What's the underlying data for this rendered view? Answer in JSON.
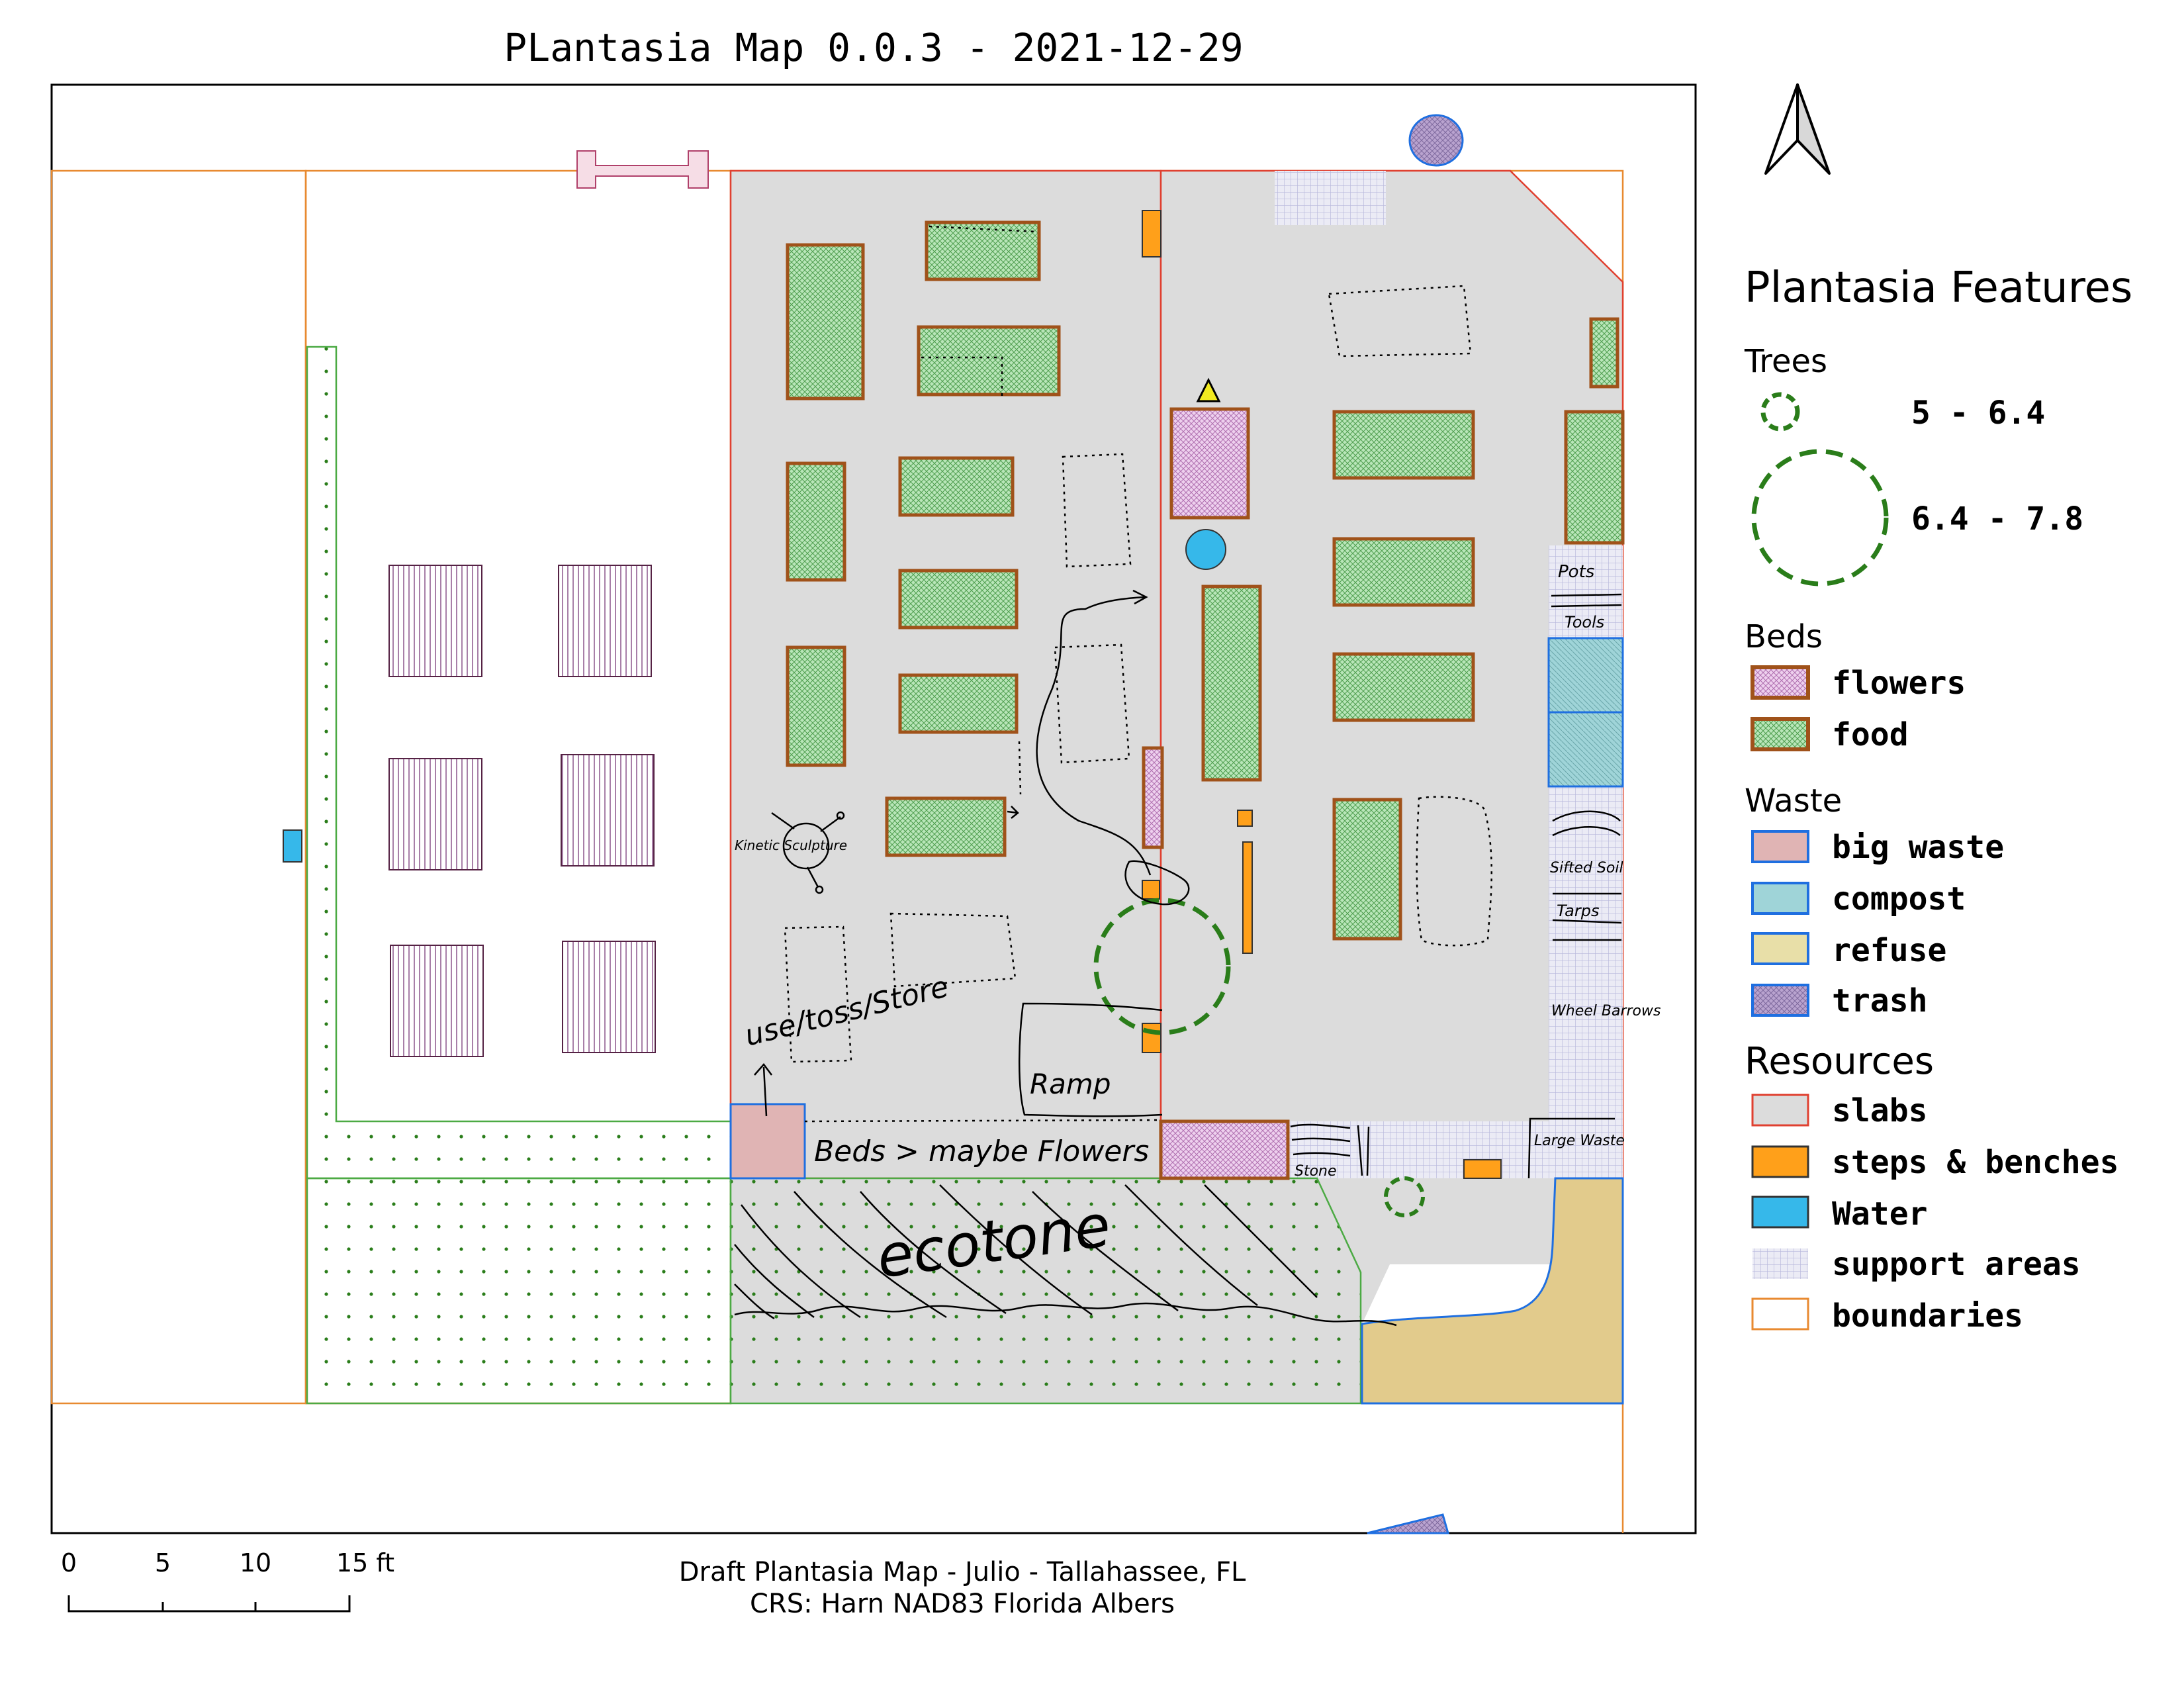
{
  "title": "PLantasia Map 0.0.3 - 2021-12-29",
  "legend": {
    "heading": "Plantasia Features",
    "trees": {
      "heading": "Trees",
      "items": [
        {
          "label": "5 - 6.4"
        },
        {
          "label": "6.4 - 7.8"
        }
      ]
    },
    "beds": {
      "heading": "Beds",
      "items": [
        {
          "label": "flowers",
          "fill": "#e6bfe6",
          "stroke": "#a0521a"
        },
        {
          "label": "food",
          "fill": "#b9e6b9",
          "stroke": "#a0521a"
        }
      ]
    },
    "waste": {
      "heading": "Waste",
      "items": [
        {
          "label": "big waste",
          "fill": "#e0b4b4",
          "stroke": "#1f6fe0"
        },
        {
          "label": "compost",
          "fill": "#9fd4d8",
          "stroke": "#1f6fe0"
        },
        {
          "label": "refuse",
          "fill": "#e8dfa8",
          "stroke": "#1f6fe0"
        },
        {
          "label": "trash",
          "fill": "#b9a3cf",
          "stroke": "#1f6fe0"
        }
      ]
    },
    "resources": {
      "heading": "Resources",
      "items": [
        {
          "label": "slabs",
          "fill": "#dcdcdc",
          "stroke": "#e04030"
        },
        {
          "label": "steps & benches",
          "fill": "#ffa01a",
          "stroke": "#333333"
        },
        {
          "label": "Water",
          "fill": "#36b8ea",
          "stroke": "#333333"
        },
        {
          "label": "support areas",
          "fill": "#e9e9f6",
          "stroke": "#bbbbdd"
        },
        {
          "label": "boundaries",
          "fill": "#ffffff",
          "stroke": "#e88a30"
        }
      ]
    }
  },
  "map_labels": {
    "pots": "Pots",
    "tools": "Tools",
    "sifted_soil": "Sifted Soil",
    "tarps": "Tarps",
    "wheel_barrows": "Wheel Barrows",
    "large_waste": "Large Waste",
    "stone": "Stone",
    "kinetic_sculpture": "Kinetic Sculpture",
    "use_toss_store": "use/toss/Store",
    "ramp": "Ramp",
    "beds_maybe_flowers": "Beds > maybe Flowers",
    "ecotone": "ecotone"
  },
  "footer": {
    "line1": "Draft Plantasia Map - Julio - Tallahassee, FL",
    "line2": "CRS: Harn NAD83 Florida Albers"
  },
  "scale_bar": {
    "ticks": [
      "0",
      "5",
      "10",
      "15 ft"
    ]
  },
  "colors": {
    "boundary": "#e88a30",
    "slab_fill": "#dcdcdc",
    "slab_stroke": "#e04030",
    "bed_stroke": "#a0521a",
    "food_fill": "#b9e6b9",
    "flower_fill": "#e6bfe6",
    "tree_stroke": "#2a7d1a",
    "waste_stroke": "#1f6fe0",
    "ecotone_stroke": "#4caa44",
    "dot_green": "#2a7d1a",
    "structure_stroke": "#552244"
  },
  "north_arrow": "north-arrow-icon"
}
